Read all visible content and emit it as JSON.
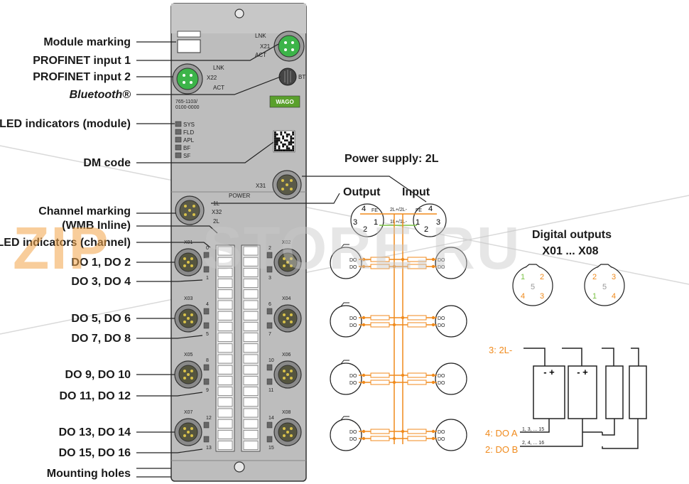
{
  "labels": {
    "module_marking": "Module marking",
    "profinet_input_1": "PROFINET input 1",
    "profinet_input_2": "PROFINET input 2",
    "bluetooth": "Bluetooth®",
    "led_module": "LED indicators (module)",
    "dm_code": "DM code",
    "channel_marking_1": "Channel marking",
    "channel_marking_2": "(WMB Inline)",
    "led_channel": "LED indicators (channel)",
    "do_1_2": "DO 1, DO 2",
    "do_3_4": "DO 3, DO 4",
    "do_5_6": "DO 5, DO 6",
    "do_7_8": "DO 7, DO 8",
    "do_9_10": "DO 9, DO 10",
    "do_11_12": "DO 11, DO 12",
    "do_13_14": "DO 13, DO 14",
    "do_15_16": "DO 15, DO 16",
    "mounting_holes": "Mounting holes"
  },
  "device": {
    "lnk": "LNK",
    "act": "ACT",
    "x21": "X21",
    "x22": "X22",
    "bt": "BT",
    "part_number_1": "765-1103/",
    "part_number_2": "0100-0000",
    "brand": "WAGO",
    "leds": [
      "SYS",
      "FLD",
      "APL",
      "BF",
      "SF"
    ],
    "x31": "X31",
    "power": "POWER",
    "l1": "1L",
    "x32": "X32",
    "l2": "2L",
    "ports": [
      "X01",
      "X02",
      "X03",
      "X04",
      "X05",
      "X06",
      "X07",
      "X08"
    ],
    "channel_numbers": [
      "0",
      "1",
      "2",
      "3",
      "4",
      "5",
      "6",
      "7",
      "8",
      "9",
      "10",
      "11",
      "12",
      "13",
      "14",
      "15"
    ]
  },
  "wiring": {
    "power_supply": "Power supply: 2L",
    "output": "Output",
    "input": "Input",
    "fe": "FE",
    "supply_top": "2L+/2L-",
    "supply_bottom": "1L+/1L-",
    "pins_left": [
      "4",
      "3",
      "2",
      "1"
    ],
    "pins_right": [
      "4",
      "3",
      "2",
      "1"
    ],
    "do": "DO"
  },
  "digital_outputs": {
    "title": "Digital outputs",
    "range": "X01 ... X08",
    "left_pins": [
      "1",
      "2",
      "5",
      "4",
      "3"
    ],
    "right_pins": [
      "2",
      "3",
      "5",
      "1",
      "4"
    ]
  },
  "schematic": {
    "pin3": "3: 2L-",
    "pin4": "4: DO A",
    "pin2": "2: DO B",
    "odd_channels": "1, 3, ... 15",
    "even_channels": "2, 4, ... 16",
    "plus_minus": "- +"
  },
  "watermark": {
    "left": "ZIP",
    "right": "STORE.RU"
  },
  "colors": {
    "orange": "#f08a1c",
    "green": "#7ac143",
    "housing": "#b9b9b9",
    "wago_green": "#5aa02c"
  }
}
